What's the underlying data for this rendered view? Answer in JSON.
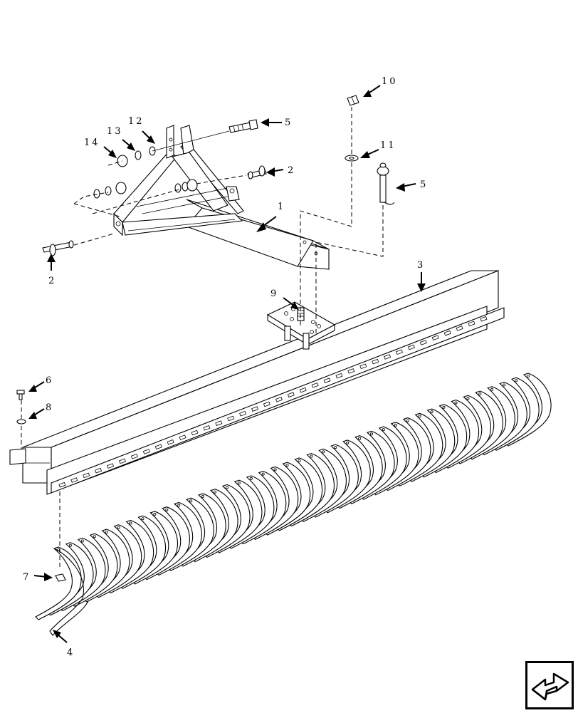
{
  "diagram": {
    "callouts": [
      {
        "id": "c1",
        "label": "1"
      },
      {
        "id": "c2a",
        "label": "2"
      },
      {
        "id": "c2b",
        "label": "2"
      },
      {
        "id": "c3",
        "label": "3"
      },
      {
        "id": "c4",
        "label": "4"
      },
      {
        "id": "c5a",
        "label": "5"
      },
      {
        "id": "c5b",
        "label": "5"
      },
      {
        "id": "c6",
        "label": "6"
      },
      {
        "id": "c7",
        "label": "7"
      },
      {
        "id": "c8",
        "label": "8"
      },
      {
        "id": "c9",
        "label": "9"
      },
      {
        "id": "c10",
        "label": "10"
      },
      {
        "id": "c11",
        "label": "11"
      },
      {
        "id": "c12",
        "label": "12"
      },
      {
        "id": "c13",
        "label": "13"
      },
      {
        "id": "c14",
        "label": "14"
      }
    ]
  },
  "nav": {
    "icon": "next-page-arrow-icon"
  }
}
